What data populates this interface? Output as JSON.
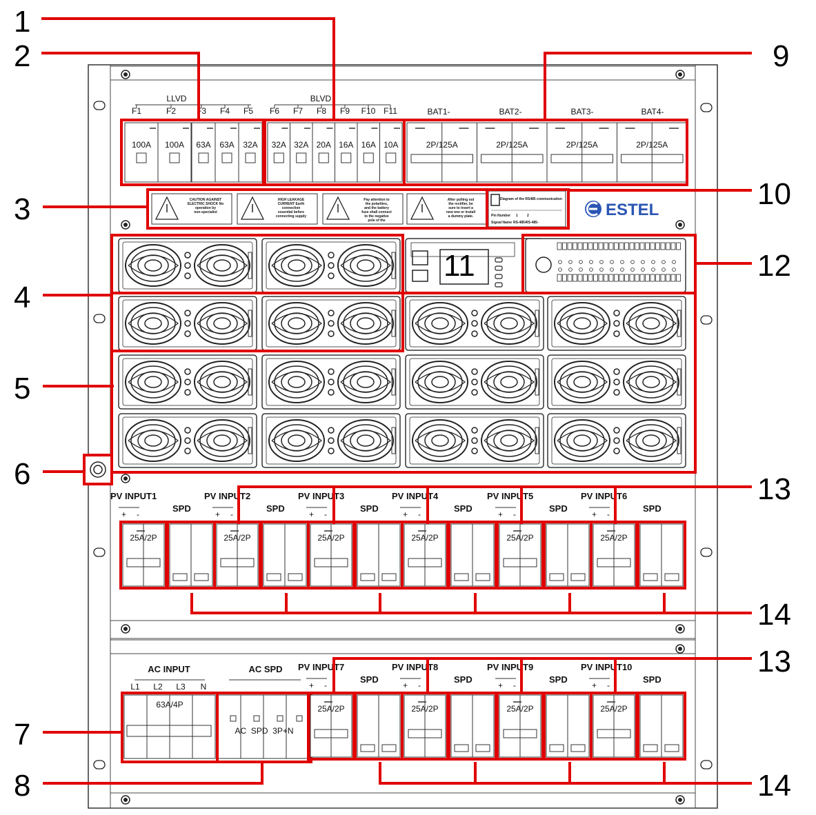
{
  "callouts": [
    "1",
    "2",
    "3",
    "4",
    "5",
    "6",
    "7",
    "8",
    "9",
    "10",
    "11",
    "12",
    "13",
    "14",
    "13",
    "14"
  ],
  "lvd": {
    "llvd_label": "LLVD",
    "blvd_label": "BLVD",
    "fuse_ids": [
      "F1",
      "F2",
      "F3",
      "F4",
      "F5",
      "F6",
      "F7",
      "F8",
      "F9",
      "F10",
      "F11"
    ],
    "llvd_ratings": [
      "100A",
      "100A",
      "63A",
      "63A",
      "32A"
    ],
    "blvd_ratings": [
      "32A",
      "32A",
      "20A",
      "16A",
      "16A",
      "10A"
    ],
    "bat_labels": [
      "BAT1-",
      "BAT2-",
      "BAT3-",
      "BAT4-"
    ],
    "bat_ratings": [
      "2P/125A",
      "2P/125A",
      "2P/125A",
      "2P/125A"
    ]
  },
  "warnings": [
    "CAUTION AGAINST ELECTRIC SHOCK No operation by non-specialist",
    "HIGH LEAKAGE CURRENT Earth connection essential before connecting supply",
    "Pay attention to the polarities, and the battery fuse shall connect to the negative pole of the battery.",
    "After pulling out the rectifier, be sure to insert a new one or install a dummy plate."
  ],
  "rs485": {
    "title": "Diagram of the RS485 communication",
    "pin_label": "Pin Number",
    "signal_label": "Signal Name",
    "pins": [
      "1",
      "2"
    ],
    "signals": [
      "RS-485+",
      "RS-485-"
    ]
  },
  "brand": {
    "name": "ESTEL",
    "color": "#2a55b3"
  },
  "pv_top": {
    "inputs": [
      "PV INPUT1",
      "PV INPUT2",
      "PV INPUT3",
      "PV INPUT4",
      "PV INPUT5",
      "PV INPUT6"
    ],
    "spd_label": "SPD",
    "breaker": "25A/2P",
    "plus": "+",
    "minus": "-"
  },
  "ac": {
    "input_label": "AC INPUT",
    "spd_label": "AC SPD",
    "phases": [
      "L1",
      "L2",
      "L3",
      "N"
    ],
    "breaker": "63A/4P",
    "spd_text": "AC  SPD  3P+N"
  },
  "pv_bottom": {
    "inputs": [
      "PV INPUT7",
      "PV INPUT8",
      "PV INPUT9",
      "PV INPUT10"
    ],
    "spd_label": "SPD",
    "breaker": "25A/2P"
  },
  "colors": {
    "highlight": "#e00000",
    "line": "#222222"
  }
}
